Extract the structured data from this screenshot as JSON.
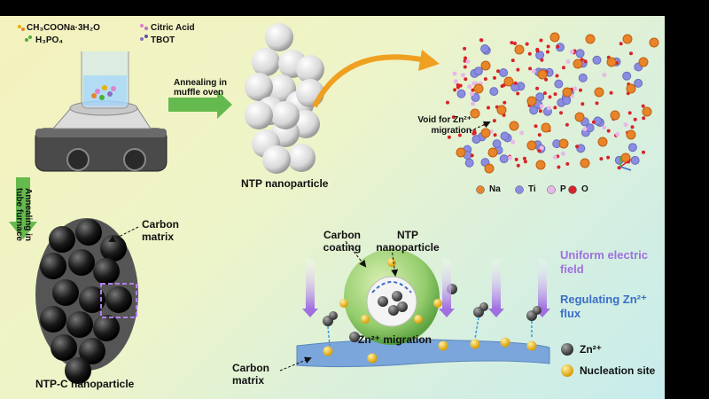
{
  "reagents": {
    "sodium_acetate": "CH₃COONa·3H₂O",
    "phosphoric_acid": "H₃PO₄",
    "citric_acid": "Citric Acid",
    "tbot": "TBOT"
  },
  "steps": {
    "annealing_muffle": "Annealing in muffle oven",
    "annealing_tube": "Annealing in tube furnace"
  },
  "labels": {
    "ntp_nanoparticle": "NTP nanoparticle",
    "void_migration": "Void for Zn²⁺ migration",
    "carbon_matrix": "Carbon matrix",
    "ntpc_nanoparticle": "NTP-C nanoparticle",
    "carbon_coating": "Carbon coating",
    "ntp_nanoparticle_2": "NTP nanoparticle",
    "zn_migration": "Zn²⁺ migration",
    "uniform_field": "Uniform electric field",
    "regulating_flux": "Regulating Zn²⁺ flux",
    "carbon_matrix_2": "Carbon matrix"
  },
  "crystal_legend": [
    {
      "symbol": "Na",
      "color": "#e8842a"
    },
    {
      "symbol": "Ti",
      "color": "#8a8de0"
    },
    {
      "symbol": "P",
      "color": "#e8b8e8"
    },
    {
      "symbol": "O",
      "color": "#d8232a"
    }
  ],
  "legend": {
    "zn": "Zn²⁺",
    "nucleation": "Nucleation site"
  },
  "colors": {
    "arrow_green": "#4caf3a",
    "arrow_orange": "#f0a020",
    "field_purple": "#a070e0",
    "flux_blue": "#3a6ec8",
    "nucleation_gold": "#e8b000",
    "carbon_matrix": "#7aa6dc"
  }
}
